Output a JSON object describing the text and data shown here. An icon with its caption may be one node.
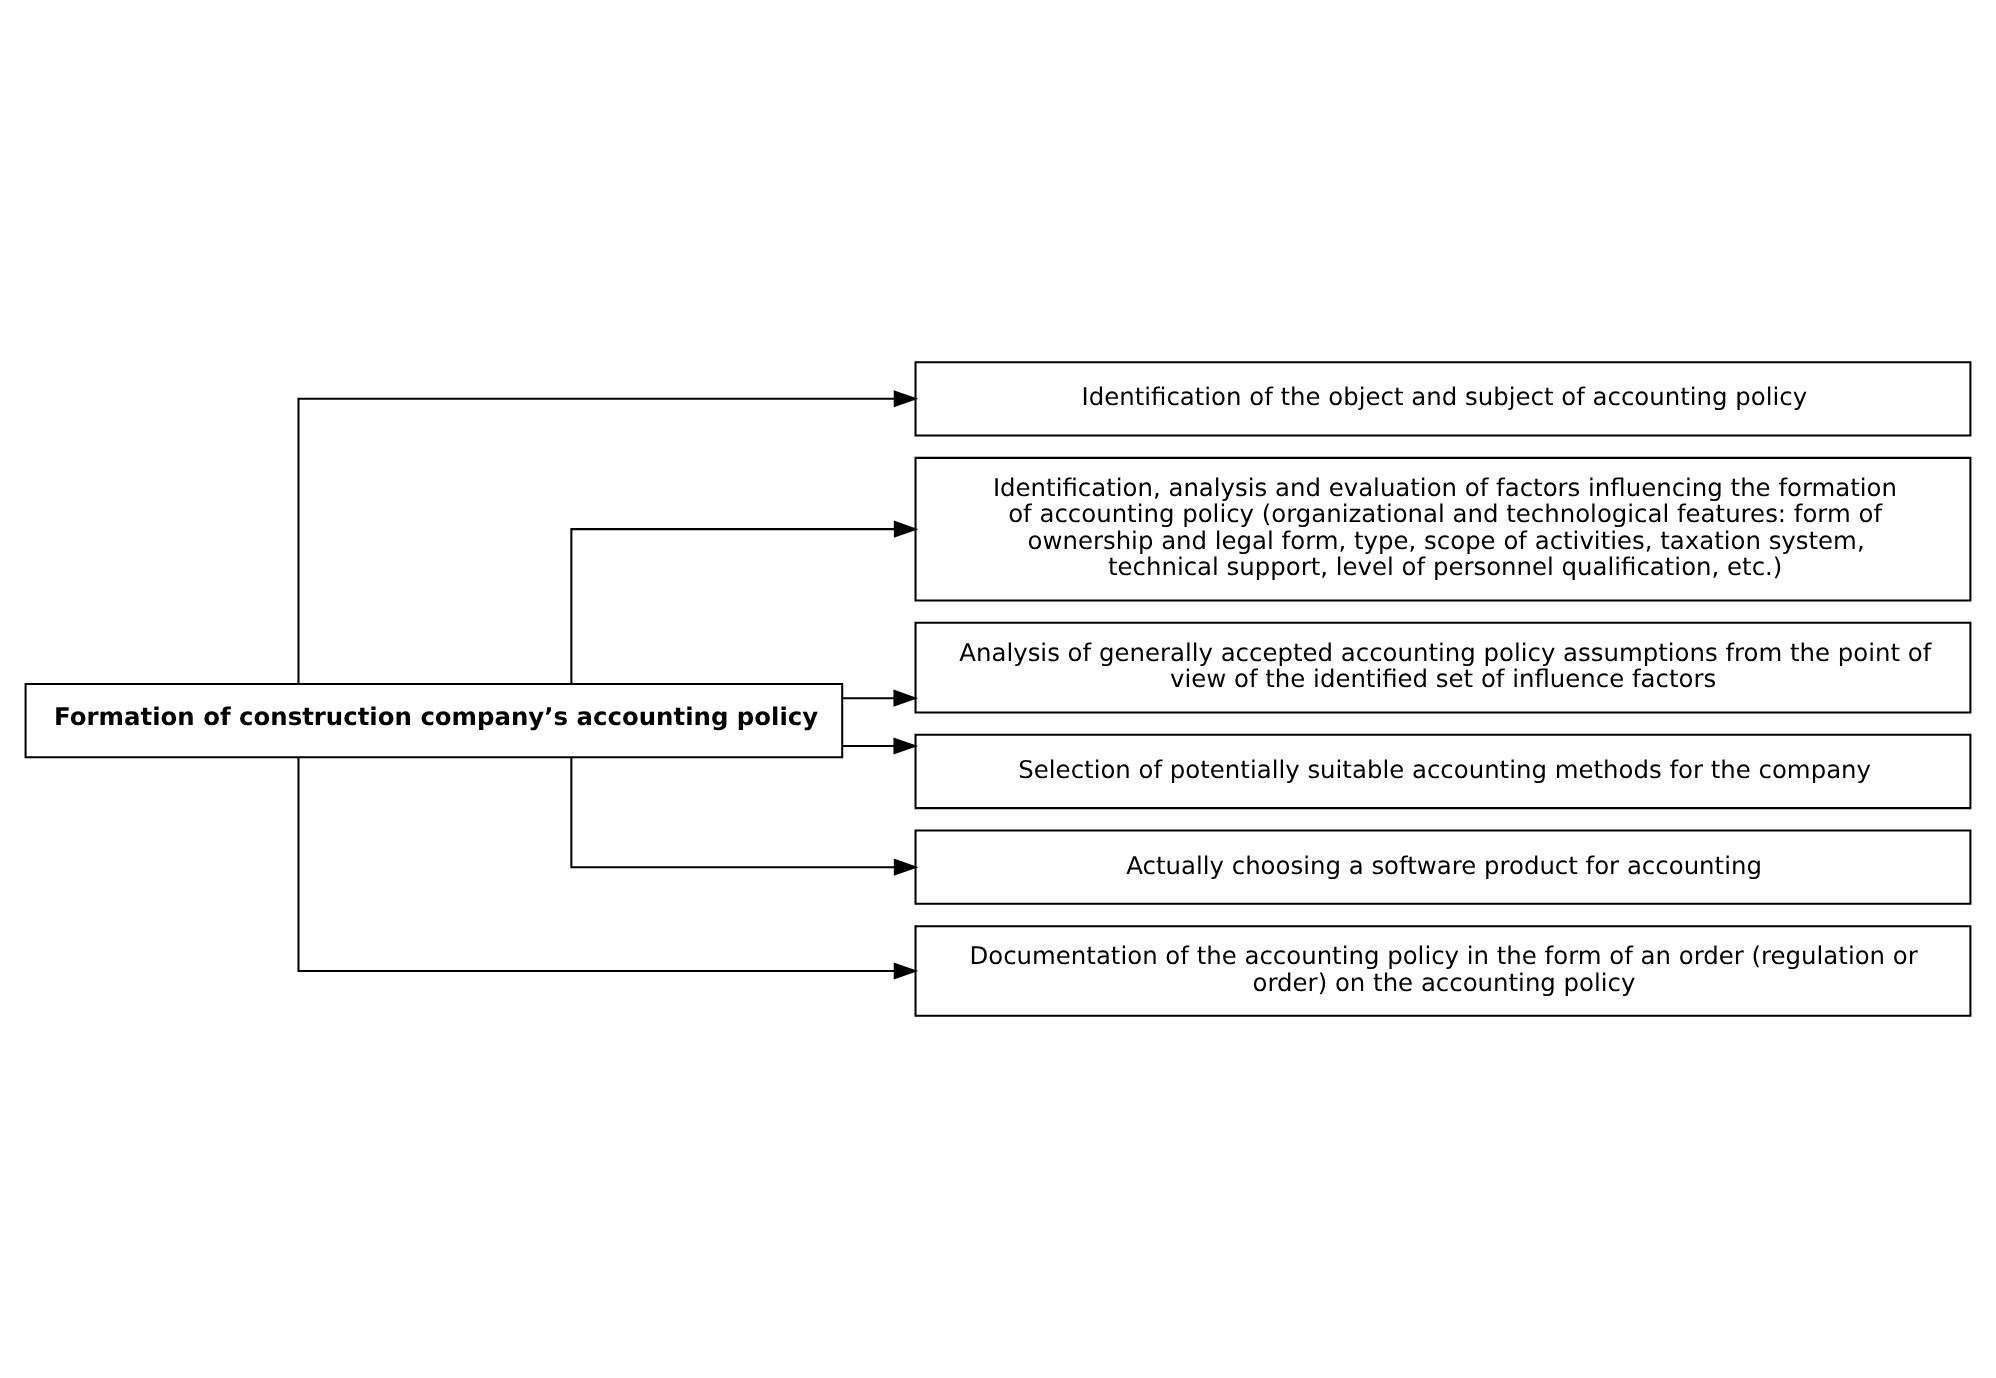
{
  "diagram": {
    "nodes": [
      {
        "text": [
          "Formation of construction company’s accounting policy"
        ]
      },
      {
        "text": [
          "Identification of the object and subject of accounting policy"
        ]
      },
      {
        "text": [
          "Identification, analysis and evaluation of factors influencing the formation of accounting policy (organizational and technological features: form of ownership and legal form, type, scope of activities, taxation system, technical support, level of personnel qualification, etc.)"
        ]
      },
      {
        "text": [
          "Analysis of generally accepted accounting policy assumptions from the point of view of the identified set of influence factors"
        ]
      },
      {
        "text": [
          "Selection of potentially suitable accounting methods for the company"
        ]
      },
      {
        "text": [
          "Actually choosing a software product for accounting"
        ]
      },
      {
        "text": [
          "Documentation of the accounting policy in the form of an order (regulation or order) on the accounting policy"
        ]
      }
    ],
    "edges": [
      {
        "from": 0,
        "to": 1,
        "arrow": "to"
      },
      {
        "from": 0,
        "to": 2,
        "arrow": "to"
      },
      {
        "from": 0,
        "to": 3,
        "arrow": "to"
      },
      {
        "from": 0,
        "to": 4,
        "arrow": "to"
      },
      {
        "from": 0,
        "to": 5,
        "arrow": "to"
      },
      {
        "from": 0,
        "to": 6,
        "arrow": "to"
      }
    ]
  }
}
